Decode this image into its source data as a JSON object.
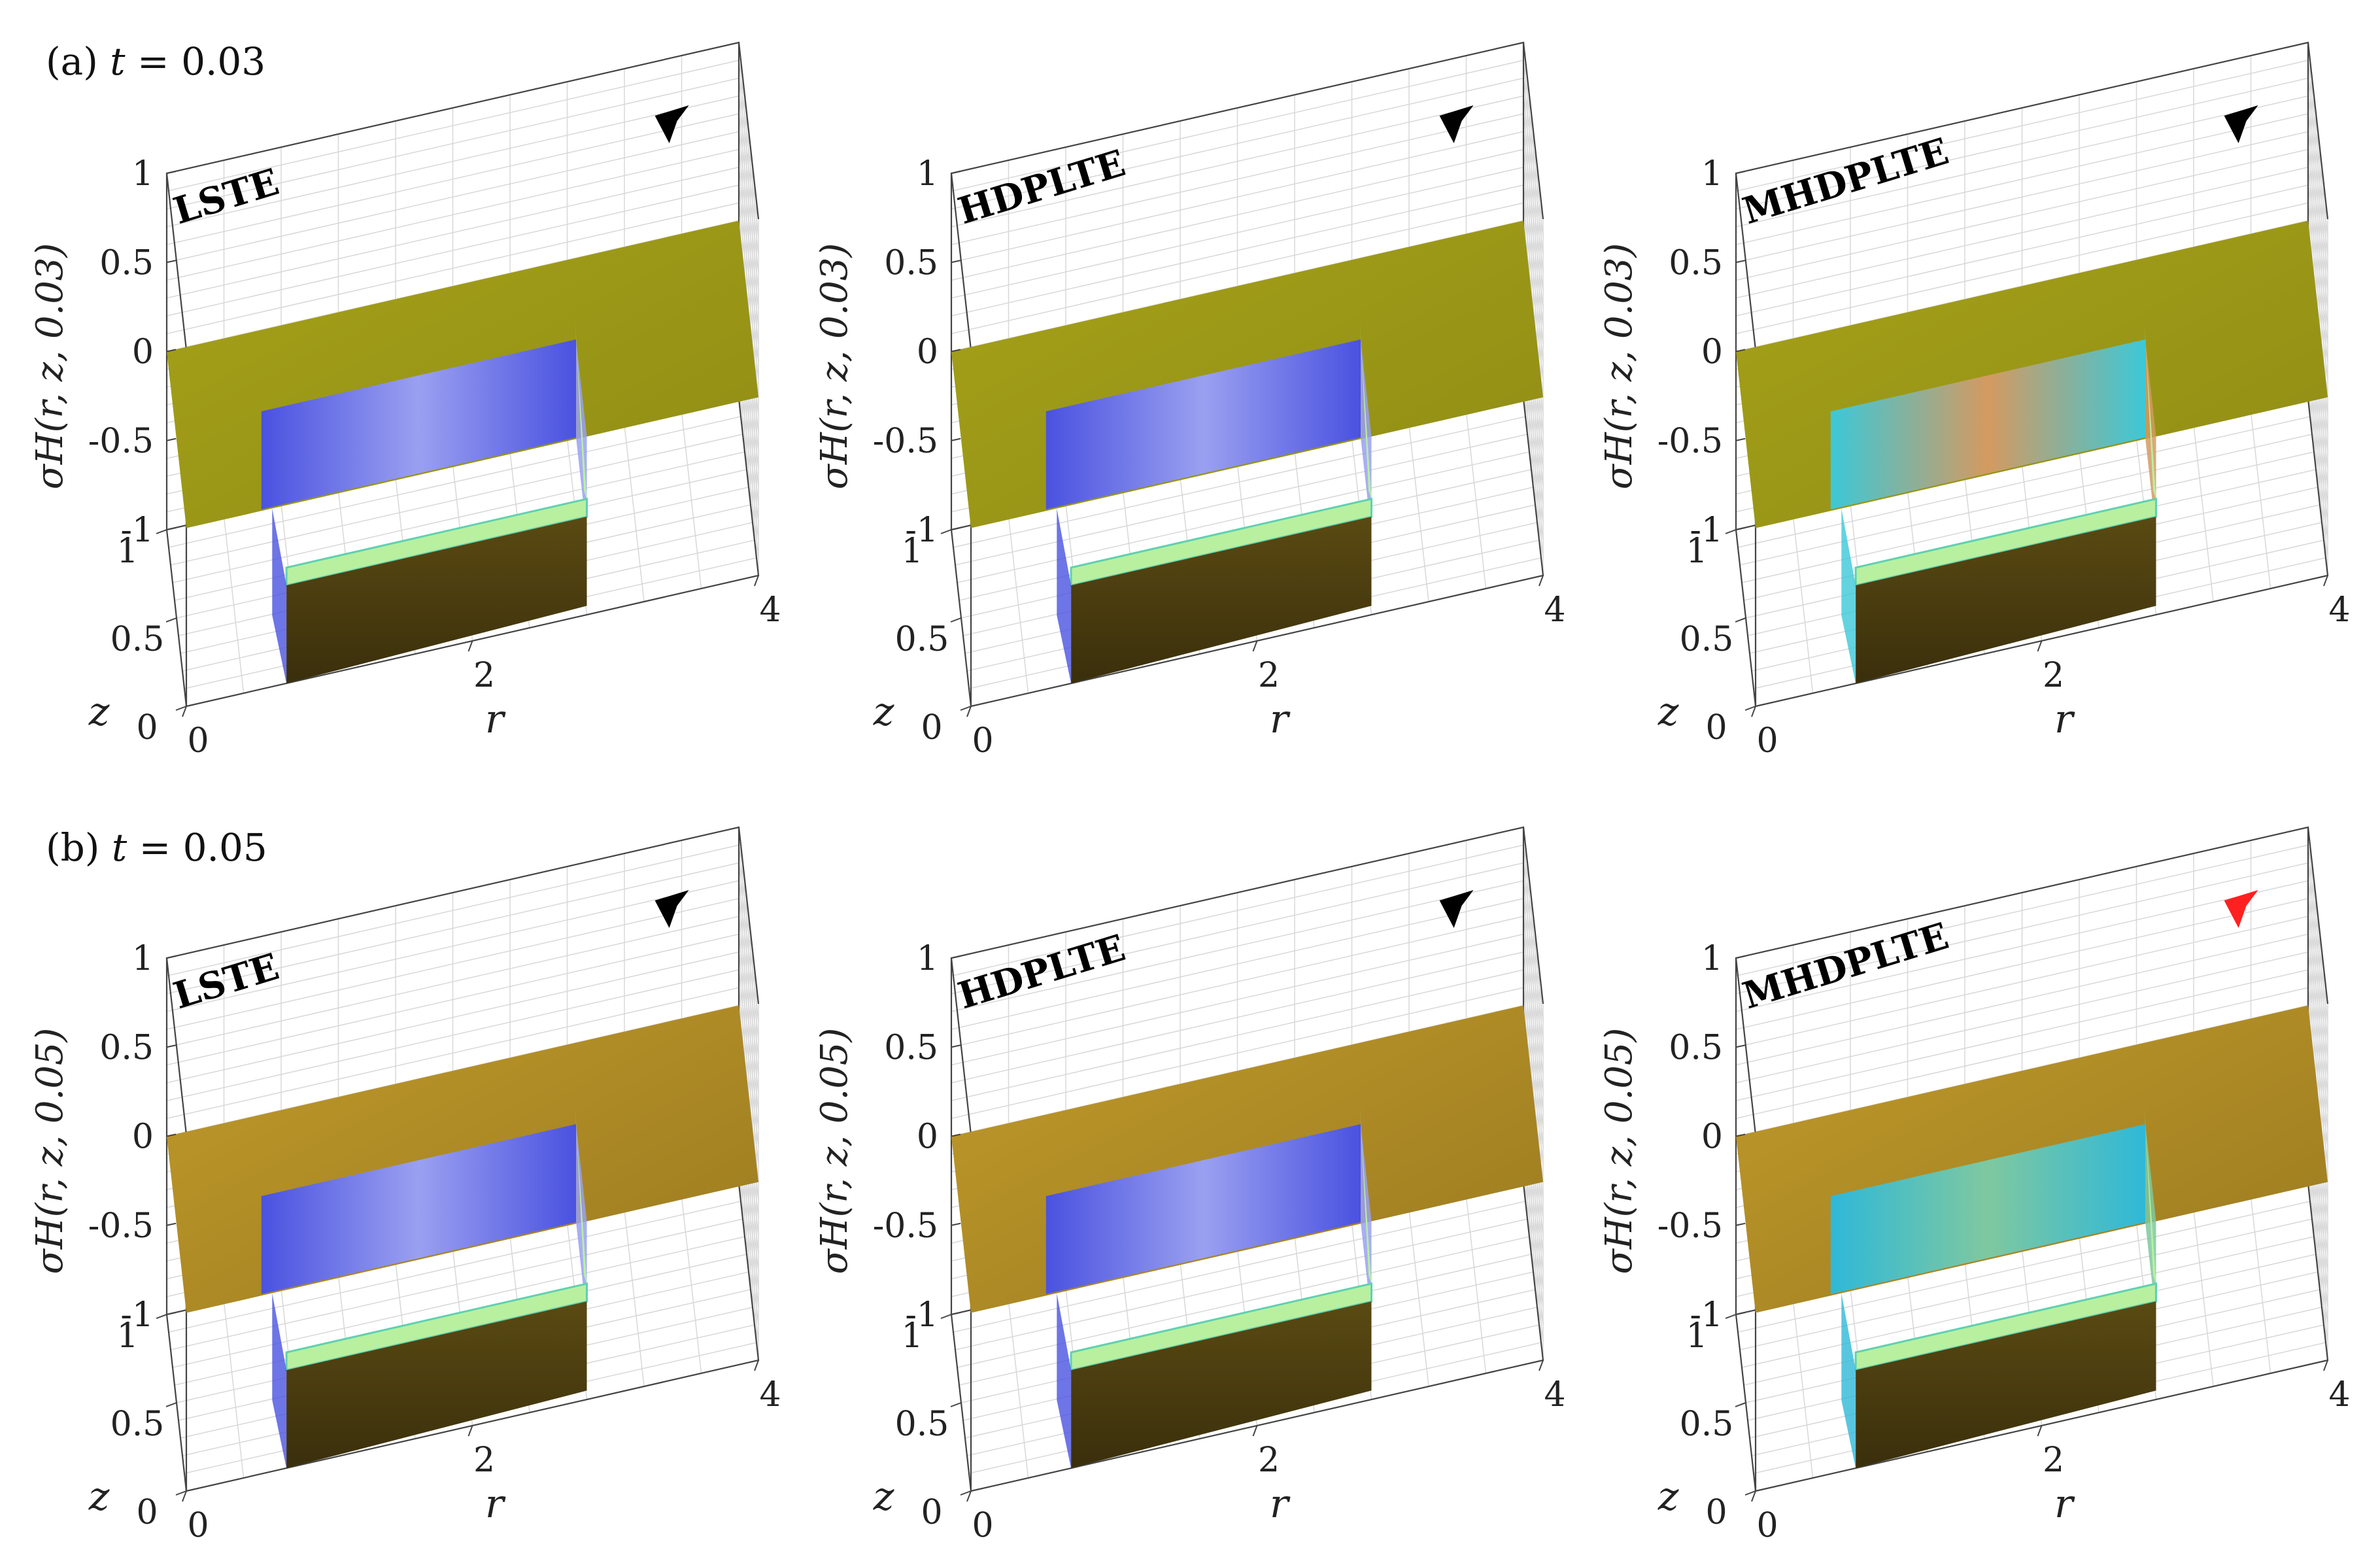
{
  "rows": [
    {
      "label_prefix": "(a) ",
      "label_var": "t",
      "label_value": " = 0.03",
      "ylabel": "σH(r, z, 0.03)"
    },
    {
      "label_prefix": "(b) ",
      "label_var": "t",
      "label_value": " = 0.05",
      "ylabel": "σH(r, z, 0.05)"
    }
  ],
  "chart_data": [
    {
      "type": "surface",
      "panel": "a-LSTE",
      "method": "LSTE",
      "t": 0.03,
      "zlim": [
        -1,
        1
      ],
      "z_ticks": [
        "1",
        "0.5",
        "0",
        "-0.5",
        "-1"
      ],
      "x_axis": {
        "label": "r",
        "lim": [
          0,
          4
        ],
        "ticks": [
          "0",
          "2",
          "4"
        ]
      },
      "y_axis": {
        "label": "z",
        "lim": [
          0,
          1
        ],
        "ticks": [
          "0",
          "0.5",
          "1"
        ]
      },
      "ylabel": "σH(r, z, 0.03)",
      "surface_level": 0,
      "trough_min": -1,
      "marker_color": "#000000",
      "palette": "olive"
    },
    {
      "type": "surface",
      "panel": "a-HDPLTE",
      "method": "HDPLTE",
      "t": 0.03,
      "zlim": [
        -1,
        1
      ],
      "z_ticks": [
        "1",
        "0.5",
        "0",
        "-0.5",
        "-1"
      ],
      "x_axis": {
        "label": "r",
        "lim": [
          0,
          4
        ],
        "ticks": [
          "0",
          "2",
          "4"
        ]
      },
      "y_axis": {
        "label": "z",
        "lim": [
          0,
          1
        ],
        "ticks": [
          "0",
          "0.5",
          "1"
        ]
      },
      "ylabel": "σH(r, z, 0.03)",
      "surface_level": 0,
      "trough_min": -1,
      "marker_color": "#000000",
      "palette": "olive"
    },
    {
      "type": "surface",
      "panel": "a-MHDPLTE",
      "method": "MHDPLTE",
      "t": 0.03,
      "zlim": [
        -1,
        1
      ],
      "z_ticks": [
        "1",
        "0.5",
        "0",
        "-0.5",
        "-1"
      ],
      "x_axis": {
        "label": "r",
        "lim": [
          0,
          4
        ],
        "ticks": [
          "0",
          "2",
          "4"
        ]
      },
      "y_axis": {
        "label": "z",
        "lim": [
          0,
          1
        ],
        "ticks": [
          "0",
          "0.5",
          "1"
        ]
      },
      "ylabel": "σH(r, z, 0.03)",
      "surface_level": 0,
      "trough_min": -1,
      "marker_color": "#000000",
      "palette": "olive-smooth"
    },
    {
      "type": "surface",
      "panel": "b-LSTE",
      "method": "LSTE",
      "t": 0.05,
      "zlim": [
        -1,
        1
      ],
      "z_ticks": [
        "1",
        "0.5",
        "0",
        "-0.5",
        "-1"
      ],
      "x_axis": {
        "label": "r",
        "lim": [
          0,
          4
        ],
        "ticks": [
          "0",
          "2",
          "4"
        ]
      },
      "y_axis": {
        "label": "z",
        "lim": [
          0,
          1
        ],
        "ticks": [
          "0",
          "0.5",
          "1"
        ]
      },
      "ylabel": "σH(r, z, 0.05)",
      "surface_level": 0,
      "trough_min": -1,
      "marker_color": "#000000",
      "palette": "gold"
    },
    {
      "type": "surface",
      "panel": "b-HDPLTE",
      "method": "HDPLTE",
      "t": 0.05,
      "zlim": [
        -1,
        1
      ],
      "z_ticks": [
        "1",
        "0.5",
        "0",
        "-0.5",
        "-1"
      ],
      "x_axis": {
        "label": "r",
        "lim": [
          0,
          4
        ],
        "ticks": [
          "0",
          "2",
          "4"
        ]
      },
      "y_axis": {
        "label": "z",
        "lim": [
          0,
          1
        ],
        "ticks": [
          "0",
          "0.5",
          "1"
        ]
      },
      "ylabel": "σH(r, z, 0.05)",
      "surface_level": 0,
      "trough_min": -1,
      "marker_color": "#000000",
      "palette": "gold"
    },
    {
      "type": "surface",
      "panel": "b-MHDPLTE",
      "method": "MHDPLTE",
      "t": 0.05,
      "zlim": [
        -1,
        1
      ],
      "z_ticks": [
        "1",
        "0.5",
        "0",
        "-0.5",
        "-1"
      ],
      "x_axis": {
        "label": "r",
        "lim": [
          0,
          4
        ],
        "ticks": [
          "0",
          "2",
          "4"
        ]
      },
      "y_axis": {
        "label": "z",
        "lim": [
          0,
          1
        ],
        "ticks": [
          "0",
          "0.5",
          "1"
        ]
      },
      "ylabel": "σH(r, z, 0.05)",
      "surface_level": 0,
      "trough_min": -1,
      "marker_color": "#ff2020",
      "palette": "gold-smooth"
    }
  ]
}
